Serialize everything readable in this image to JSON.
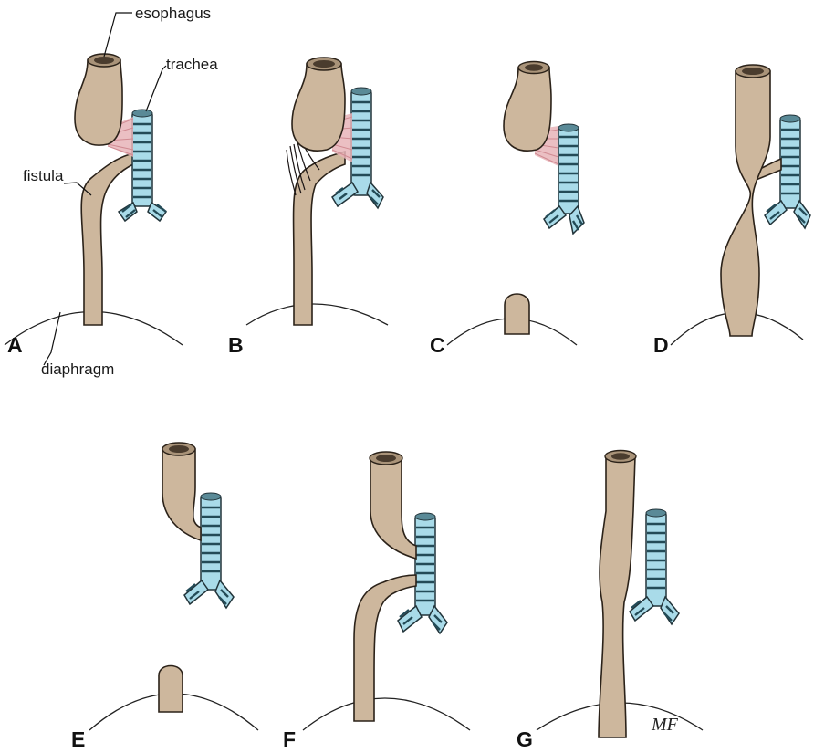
{
  "labels": {
    "esophagus": "esophagus",
    "trachea": "trachea",
    "fistula": "fistula",
    "diaphragm": "diaphragm"
  },
  "panels": [
    "A",
    "B",
    "C",
    "D",
    "E",
    "F",
    "G"
  ],
  "signature": "MF",
  "colors": {
    "esophagus": "#cdb79d",
    "trachea": "#a9dbe9",
    "trachea_rings": "#234b57",
    "fibrous_band": "#e8b4b8",
    "outline": "#2b2219"
  }
}
